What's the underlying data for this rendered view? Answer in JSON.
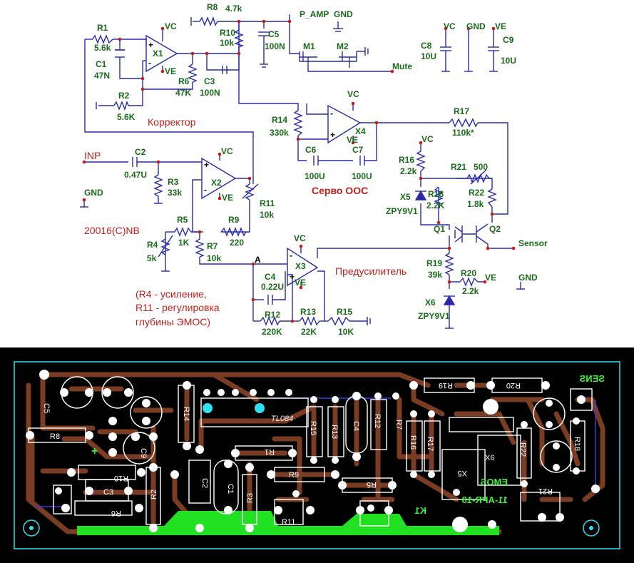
{
  "schematic": {
    "parts": {
      "R1": {
        "ref": "R1",
        "val": "5.6k"
      },
      "C1": {
        "ref": "C1",
        "val": "47N"
      },
      "R2": {
        "ref": "R2",
        "val": "5.6K"
      },
      "X1": {
        "ref": "X1"
      },
      "R6": {
        "ref": "R6",
        "val": "47K"
      },
      "C3": {
        "ref": "C3",
        "val": "100N"
      },
      "R8": {
        "ref": "R8",
        "val": "4.7k"
      },
      "R10": {
        "ref": "R10",
        "val": "10k"
      },
      "C5": {
        "ref": "C5",
        "val": "100N"
      },
      "M1": {
        "ref": "M1"
      },
      "M2": {
        "ref": "M2"
      },
      "C8": {
        "ref": "C8",
        "val": "10U"
      },
      "C9": {
        "ref": "C9",
        "val": "10U"
      },
      "R14": {
        "ref": "R14",
        "val": "330k"
      },
      "X4": {
        "ref": "X4"
      },
      "C6": {
        "ref": "C6",
        "val": "100U"
      },
      "C7": {
        "ref": "C7",
        "val": "100U"
      },
      "R17": {
        "ref": "R17",
        "val": "110k*"
      },
      "C2": {
        "ref": "C2",
        "val": "0.47U"
      },
      "R3": {
        "ref": "R3",
        "val": "33k"
      },
      "X2": {
        "ref": "X2"
      },
      "R11": {
        "ref": "R11",
        "val": "10k"
      },
      "R16": {
        "ref": "R16",
        "val": "2.2k"
      },
      "R21": {
        "ref": "R21",
        "val": "500"
      },
      "X5": {
        "ref": "X5",
        "val": "ZPY9V1"
      },
      "R18": {
        "ref": "R18",
        "val": "2.2K"
      },
      "R22": {
        "ref": "R22",
        "val": "1.8k"
      },
      "R5": {
        "ref": "R5",
        "val": "1K"
      },
      "R9": {
        "ref": "R9",
        "val": "220"
      },
      "R4": {
        "ref": "R4",
        "val": "5k"
      },
      "R7": {
        "ref": "R7",
        "val": "10k"
      },
      "Q1": {
        "ref": "Q1"
      },
      "Q2": {
        "ref": "Q2"
      },
      "X3": {
        "ref": "X3"
      },
      "C4": {
        "ref": "C4",
        "val": "0.22U"
      },
      "R12": {
        "ref": "R12",
        "val": "220K"
      },
      "R13": {
        "ref": "R13",
        "val": "22K"
      },
      "R15": {
        "ref": "R15",
        "val": "10K"
      },
      "R19": {
        "ref": "R19",
        "val": "39k"
      },
      "R20": {
        "ref": "R20",
        "val": "2.2k"
      },
      "X6": {
        "ref": "X6",
        "val": "ZPY9V1"
      }
    },
    "nets": {
      "vc": "VC",
      "ve": "VE",
      "gnd": "GND",
      "p_amp": "P_AMP",
      "mute": "Mute",
      "inp": "INP",
      "sensor": "Sensor",
      "node_a": "A"
    },
    "annotations": {
      "corrector": "Корректор",
      "servo": "Серво ООС",
      "preamp": "Предусилитель",
      "board_id": "20016(C)NB",
      "note_1": "(R4 - усиление,",
      "note_2": "R11 - регулировка",
      "note_3": "глубины ЭМОС)"
    }
  },
  "pcb": {
    "labels": {
      "c5": "C5",
      "c9": "C9",
      "r8": "R8",
      "r10": "R10",
      "c3": "C3",
      "r6": "R6",
      "r2": "R2",
      "c2": "C2",
      "c1": "C1",
      "r3": "R3",
      "r14": "R14",
      "tl084": "TL084",
      "r1": "R1",
      "r9": "R9",
      "r11": "R11",
      "r5": "R5",
      "r15": "R15",
      "r13": "R13",
      "c4": "C4",
      "r12": "R12",
      "r7": "R7",
      "r16": "R16",
      "r17": "R17",
      "r19": "R19",
      "r20": "R20",
      "x5": "X5",
      "x6": "X6",
      "r22": "R22",
      "r18": "R18",
      "r21": "R21"
    },
    "mirrored_text": {
      "sens": "SENS",
      "emos": "EMOS",
      "date": "11-APR-18",
      "k1": "K1"
    }
  },
  "colors": {
    "wire": "#2a2aa8",
    "schematic_text": "#1a6b1a",
    "junction": "#c0201c",
    "pcb_bg": "#000000",
    "pcb_copper": "#7a3d24",
    "pcb_silk": "#ffffff",
    "pcb_green": "#22e022",
    "pcb_cyan": "#2ee0f0"
  }
}
